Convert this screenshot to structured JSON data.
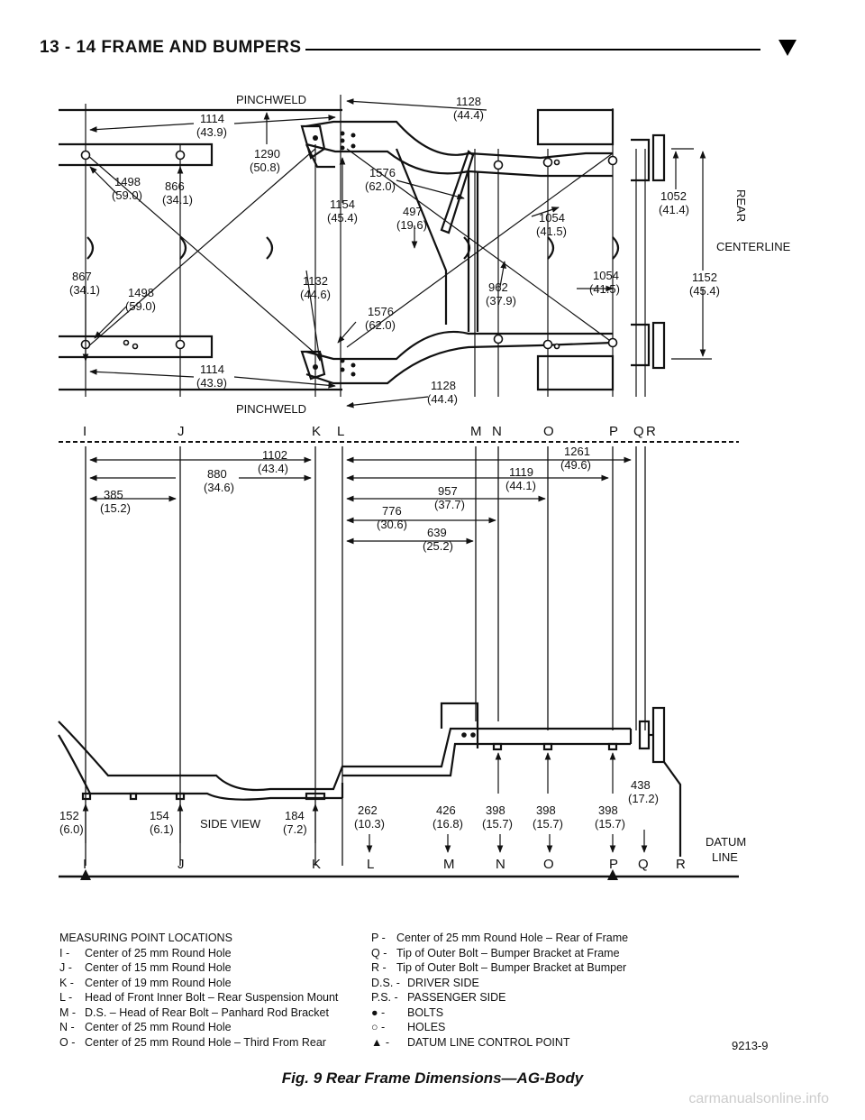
{
  "header": {
    "title": "13 - 14     FRAME AND BUMPERS"
  },
  "top_labels": {
    "pinchweld_top": "PINCHWELD",
    "pinchweld_bottom": "PINCHWELD",
    "rear_vertical": "REAR",
    "centerline": "CENTERLINE"
  },
  "top_dims": [
    "1128",
    "(44.4)",
    "1114",
    "(43.9)",
    "1290",
    "(50.8)",
    "1576",
    "(62.0)",
    "1498",
    "(59.0)",
    "866",
    "(34.1)",
    "1154",
    "(45.4)",
    "497",
    "(19.6)",
    "1054",
    "(41.5)",
    "1052",
    "(41.4)",
    "867",
    "(34.1)",
    "1498",
    "(59.0)",
    "1132",
    "(44.6)",
    "962",
    "(37.9)",
    "1054",
    "(41.5)",
    "1152",
    "(45.4)",
    "1576",
    "(62.0)",
    "1114",
    "(43.9)",
    "1128",
    "(44.4)"
  ],
  "mid_dims": [
    "1102",
    "(43.4)",
    "1261",
    "(49.6)",
    "880",
    "(34.6)",
    "1119",
    "(44.1)",
    "385",
    "(15.2)",
    "957",
    "(37.7)",
    "776",
    "(30.6)",
    "639",
    "(25.2)"
  ],
  "side_dims": [
    "152",
    "(6.0)",
    "154",
    "(6.1)",
    "184",
    "(7.2)",
    "262",
    "(10.3)",
    "426",
    "(16.8)",
    "398",
    "(15.7)",
    "398",
    "(15.7)",
    "398",
    "(15.7)",
    "438",
    "(17.2)"
  ],
  "side_view_label": "SIDE VIEW",
  "datum_label_1": "DATUM",
  "datum_label_2": "LINE",
  "point_letters": [
    "I",
    "J",
    "K",
    "L",
    "M",
    "N",
    "O",
    "P",
    "Q",
    "R"
  ],
  "legend": {
    "title": "MEASURING POINT LOCATIONS",
    "left": [
      {
        "key": "I  -",
        "text": "Center of 25 mm Round Hole"
      },
      {
        "key": "J  -",
        "text": "Center of 15 mm Round Hole"
      },
      {
        "key": "K  -",
        "text": "Center of 19 mm Round Hole"
      },
      {
        "key": "L  -",
        "text": "Head of Front Inner Bolt – Rear Suspension Mount"
      },
      {
        "key": "M -",
        "text": "D.S. – Head of Rear Bolt – Panhard Rod Bracket"
      },
      {
        "key": "N  -",
        "text": "Center of 25 mm Round Hole"
      },
      {
        "key": "O -",
        "text": "Center of 25 mm Round Hole – Third From Rear"
      }
    ],
    "right": [
      {
        "key": "P  -",
        "text": "Center of 25 mm Round Hole – Rear of Frame"
      },
      {
        "key": "Q -",
        "text": "Tip of Outer Bolt – Bumper Bracket at Frame"
      },
      {
        "key": "R  -",
        "text": "Tip of Outer Bolt – Bumper Bracket at Bumper"
      },
      {
        "key": "D.S. -",
        "text": "DRIVER SIDE"
      },
      {
        "key": "P.S. -",
        "text": "PASSENGER SIDE"
      },
      {
        "key": "●  -",
        "text": "BOLTS"
      },
      {
        "key": "○  -",
        "text": "HOLES"
      },
      {
        "key": "▲  -",
        "text": "DATUM LINE CONTROL POINT"
      }
    ]
  },
  "figure_code": "9213-9",
  "caption": "Fig. 9 Rear Frame Dimensions—AG-Body",
  "watermark": "carmanualsonline.info"
}
